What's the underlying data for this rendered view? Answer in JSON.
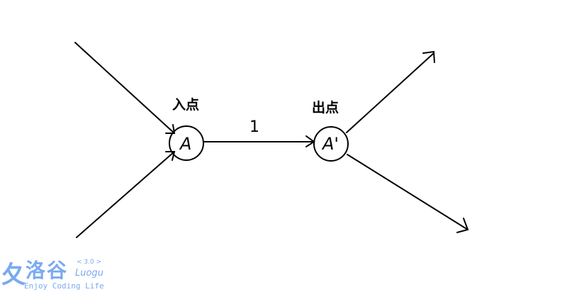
{
  "nodes": {
    "in": {
      "label": "A",
      "caption": "入点"
    },
    "out": {
      "label": "A'",
      "caption": "出点"
    }
  },
  "edge_weight": "1",
  "watermark": {
    "brand": "洛谷",
    "version": "< 3.0 >",
    "latin": "Luogu",
    "slogan": "Enjoy Coding Life"
  }
}
